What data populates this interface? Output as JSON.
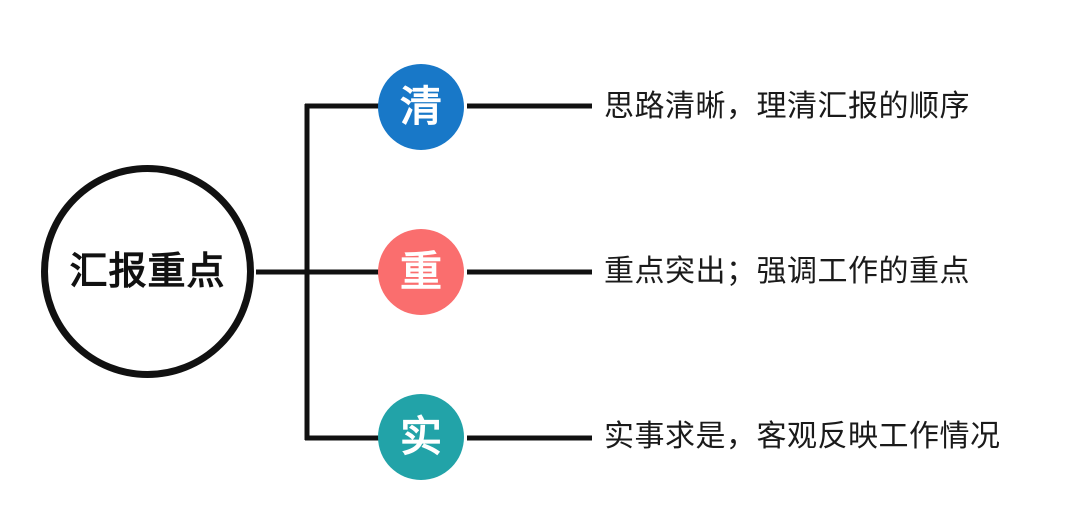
{
  "diagram": {
    "title": "汇报重点",
    "hub": {
      "label": "汇报重点",
      "stroke_color": "#111111",
      "text_color": "#111111"
    },
    "branches": [
      {
        "glyph": "清",
        "color": "#1878C8",
        "description": "思路清晰，理清汇报的顺序"
      },
      {
        "glyph": "重",
        "color": "#FA6E6E",
        "description": "重点突出；强调工作的重点"
      },
      {
        "glyph": "实",
        "color": "#22A3A8",
        "description": "实事求是，客观反映工作情况"
      }
    ],
    "connector_color": "#111111",
    "background": "#ffffff"
  }
}
